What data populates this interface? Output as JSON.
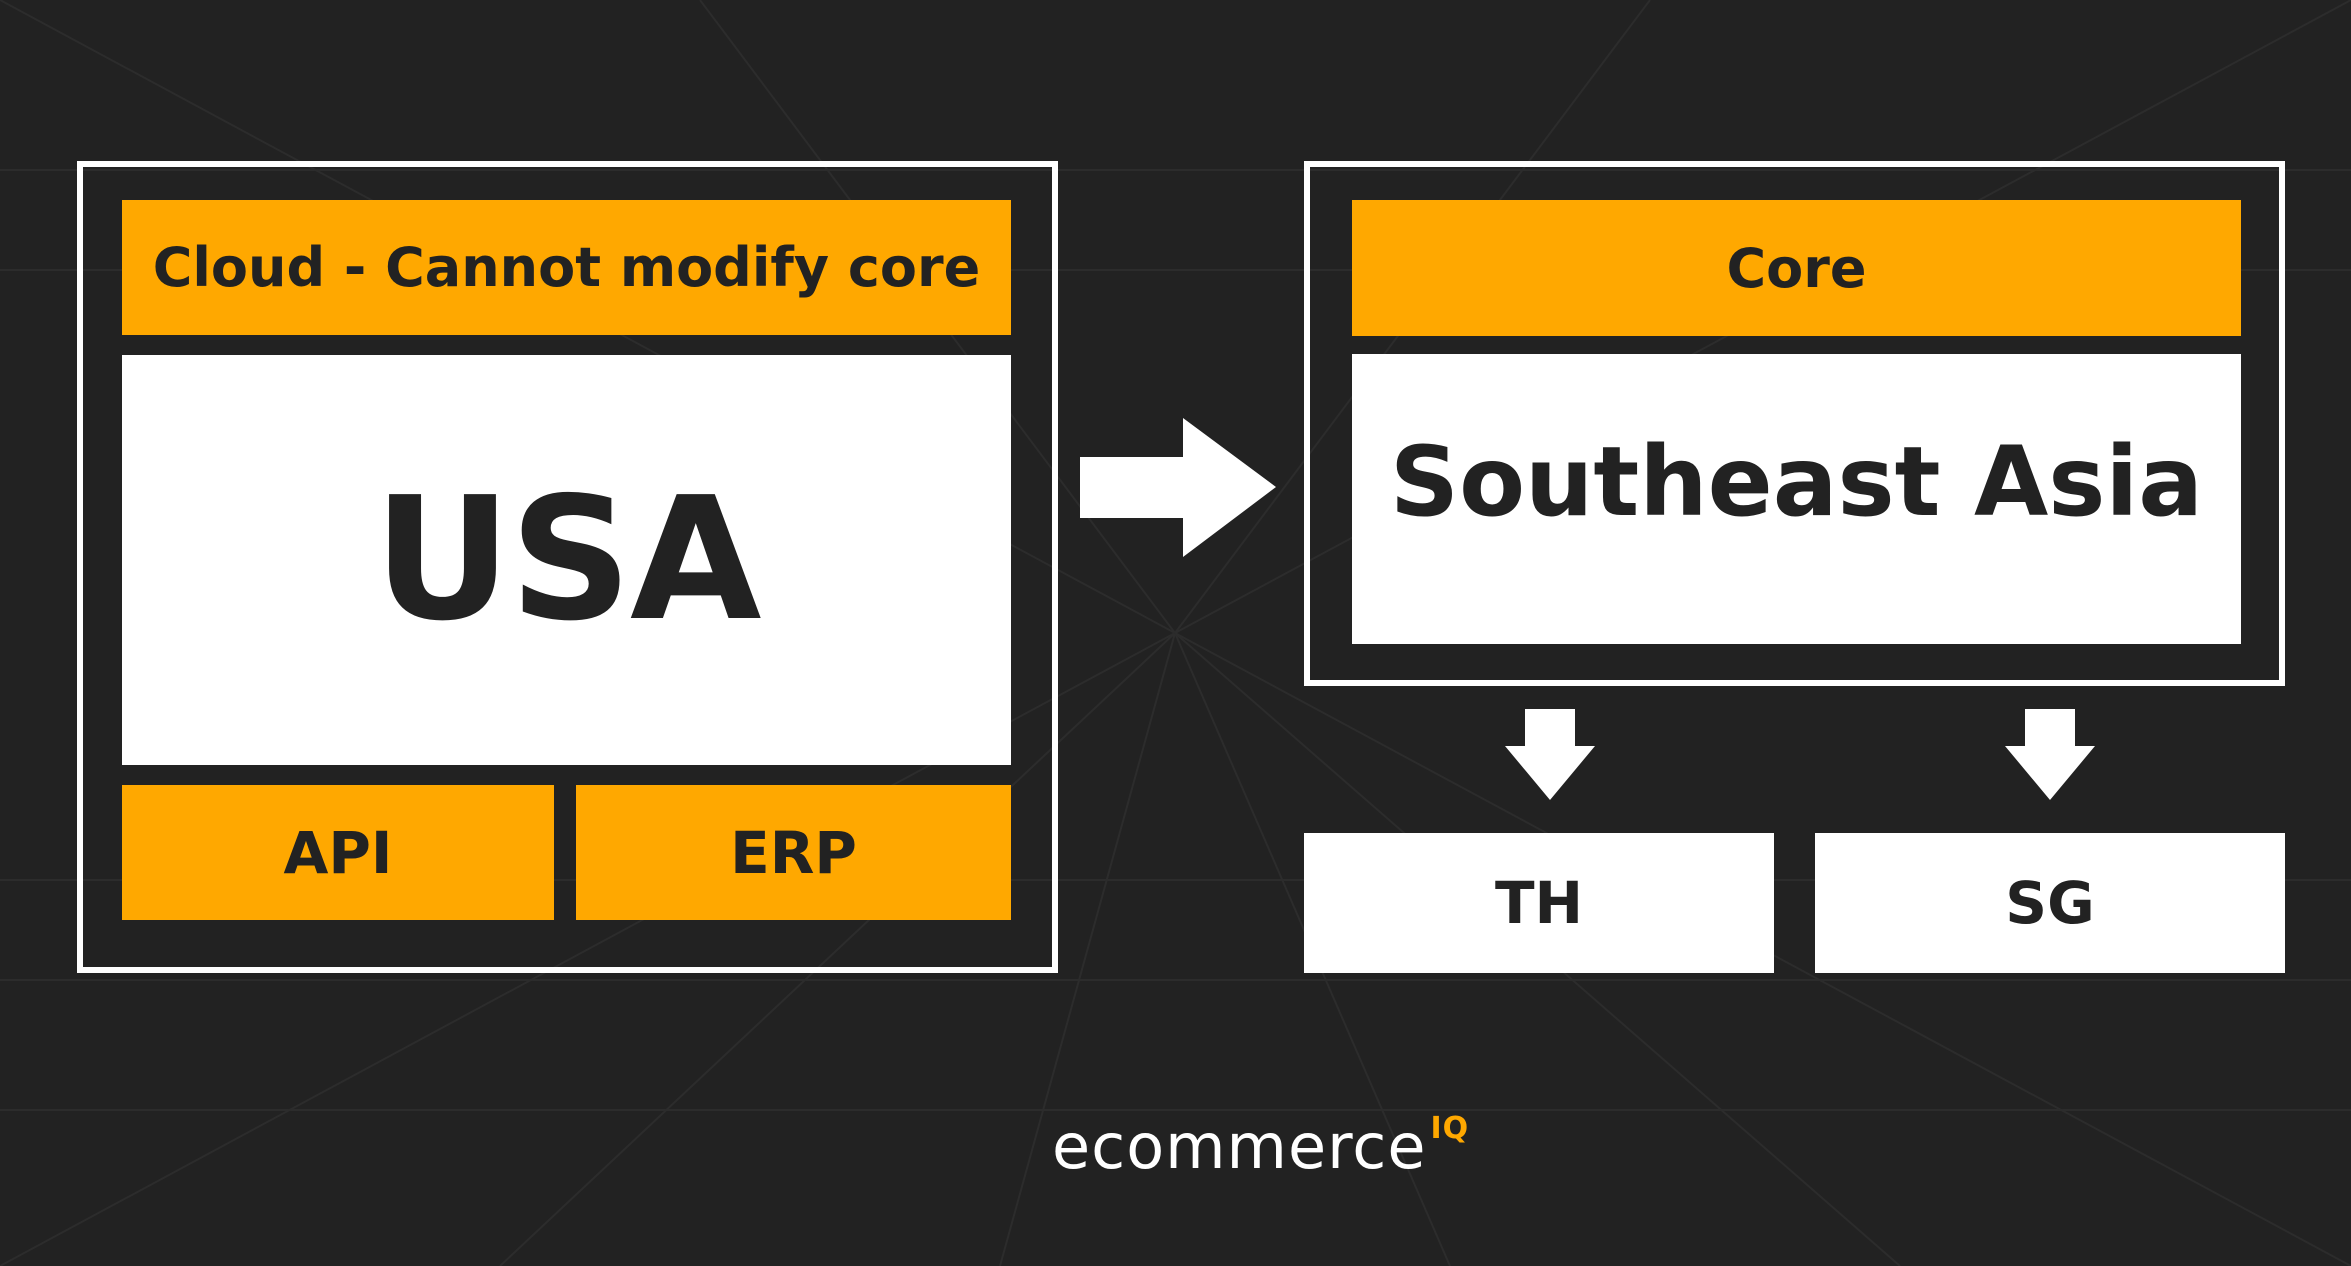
{
  "left_panel": {
    "header": "Cloud - Cannot modify core",
    "region": "USA",
    "modules": [
      "API",
      "ERP"
    ]
  },
  "right_panel": {
    "header": "Core",
    "region": "Southeast Asia",
    "children": [
      "TH",
      "SG"
    ]
  },
  "brand": {
    "name": "ecommerce",
    "suffix": "IQ",
    "accent_color": "#ffa800"
  },
  "colors": {
    "background": "#222222",
    "accent": "#ffa800",
    "panel": "#ffffff"
  }
}
